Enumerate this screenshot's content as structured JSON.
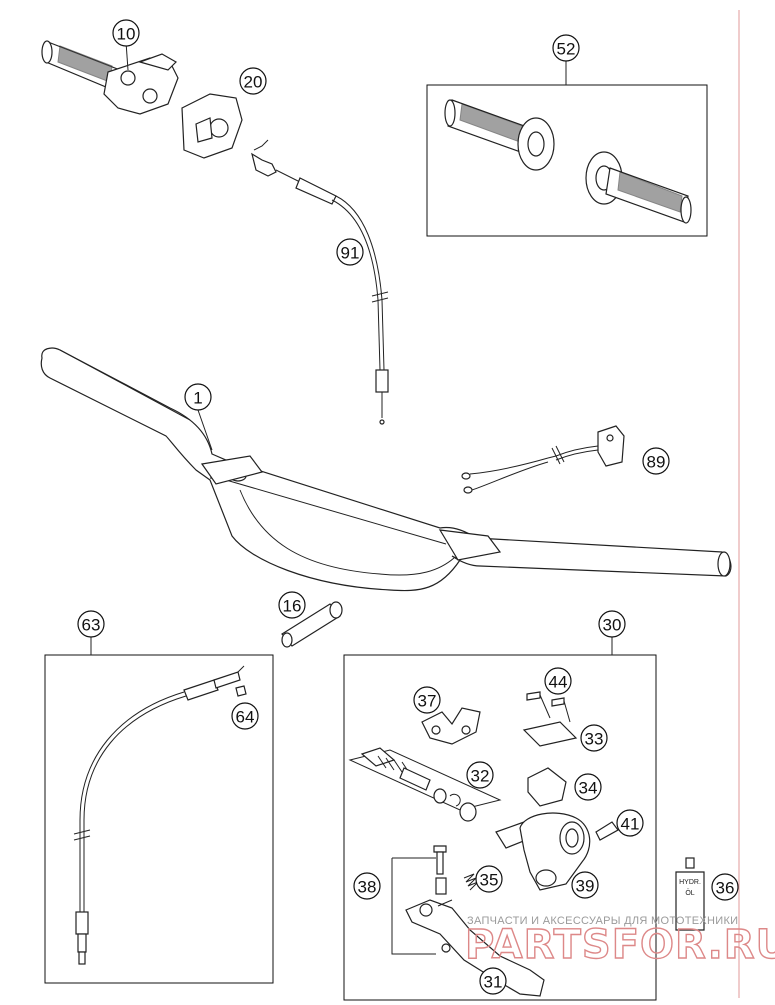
{
  "callouts": {
    "p10": "10",
    "p20": "20",
    "p52": "52",
    "p91": "91",
    "p1": "1",
    "p89": "89",
    "p16": "16",
    "p63": "63",
    "p30": "30",
    "p64": "64",
    "p44": "44",
    "p37": "37",
    "p33": "33",
    "p32": "32",
    "p34": "34",
    "p41": "41",
    "p38": "38",
    "p35": "35",
    "p39": "39",
    "p36": "36",
    "p31": "31"
  },
  "oil_label": {
    "line1": "HYDR.",
    "line2": "ÖL"
  },
  "watermark": {
    "caption": "ЗАПЧАСТИ И АКСЕССУАРЫ ДЛЯ МОТОТЕХНИКИ",
    "brand": "PARTSFOR.RU"
  },
  "colors": {
    "line": "#222222",
    "watermark_caption": "#9a9a9a",
    "watermark_brand": "#dd8888",
    "margin_line": "#e29a9a"
  }
}
